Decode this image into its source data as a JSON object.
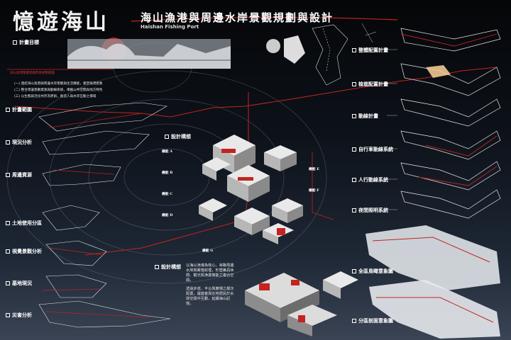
{
  "header": {
    "title": "憶遊海山",
    "subtitle": "海山漁港與周邊水岸景觀規劃與設計",
    "subtitle_en": "Haishan Fishing Port"
  },
  "plan_section": {
    "label": "計畫目標",
    "red_note": "海山漁港整體景觀改善規劃範圍"
  },
  "objectives": [
    "(一) 連結海山漁港與周邊水岸景觀與生活機能，重塑漁港意象",
    "(二) 整合周邊景觀資源與動線系統，串聯公共空間與地方特色",
    "(三) 以生態與活化共存為原則，創造人與水岸互動之場域"
  ],
  "left_labels": [
    "計畫範圍",
    "現況分析",
    "周邊資源",
    "土地使用分區",
    "視覺景觀分析",
    "基地現況",
    "災害分析"
  ],
  "center_labels": {
    "main": "設計構想",
    "items": [
      "機能 A",
      "機能 B",
      "機能 C",
      "機能 D",
      "機能 E",
      "機能 F",
      "機能 G"
    ]
  },
  "right_labels": [
    "整體配置計畫",
    "植栽配置計畫",
    "動線計畫",
    "自行車動線系統",
    "人行動線系統",
    "夜間照明系統",
    "全區鳥瞰意象圖",
    "分區剖面意象圖"
  ],
  "design_concept": {
    "title": "設計構想",
    "para1": "以海山漁港為核心，串聯周邊水岸與聚落紋理，形塑兼具休閒、觀光與漁業機能之複合空間。",
    "para2": "透過步道、平台與廣場之層次配置，讓遊客與在地居民於水岸空間中互動，延續海山記憶。"
  },
  "colors": {
    "accent": "#d0352f",
    "bg": "#0d121a",
    "line": "#e8e8e8"
  }
}
